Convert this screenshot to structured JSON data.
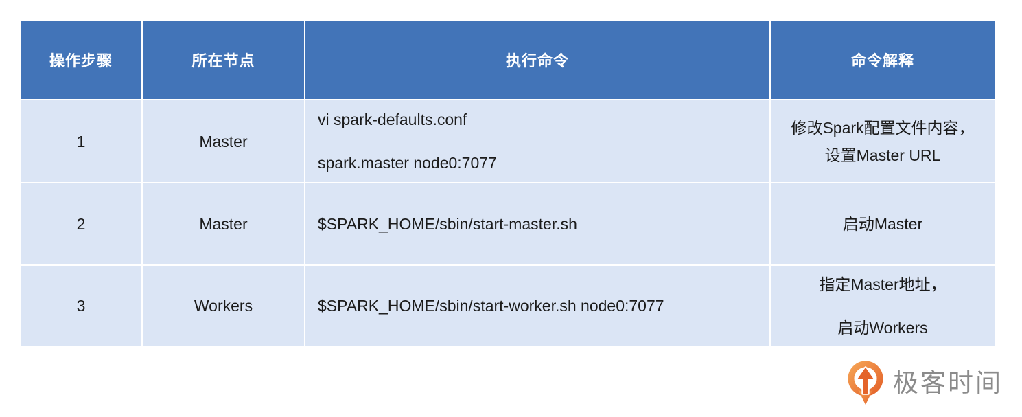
{
  "colors": {
    "header_bg": "#4274b8",
    "row_bg": "#dbe5f5",
    "gridline": "#ffffff",
    "header_text": "#ffffff",
    "body_text": "#1b1b1b",
    "logo_orange_light": "#f59d4f",
    "logo_orange_dark": "#e4632a",
    "logo_text_gray": "#8b8b8b"
  },
  "table": {
    "headers": [
      "操作步骤",
      "所在节点",
      "执行命令",
      "命令解释"
    ],
    "rows": [
      {
        "step": "1",
        "node": "Master",
        "command_lines": [
          "vi spark-defaults.conf",
          "spark.master node0:7077"
        ],
        "explanation_lines": [
          "修改Spark配置文件内容，",
          "设置Master URL"
        ]
      },
      {
        "step": "2",
        "node": "Master",
        "command_lines": [
          "$SPARK_HOME/sbin/start-master.sh"
        ],
        "explanation_lines": [
          "启动Master"
        ]
      },
      {
        "step": "3",
        "node": "Workers",
        "command_lines": [
          "$SPARK_HOME/sbin/start-worker.sh node0:7077"
        ],
        "explanation_lines": [
          "指定Master地址，",
          "启动Workers"
        ]
      }
    ]
  },
  "logo": {
    "text": "极客时间",
    "icon": "geektime-pin-arrow-icon"
  }
}
